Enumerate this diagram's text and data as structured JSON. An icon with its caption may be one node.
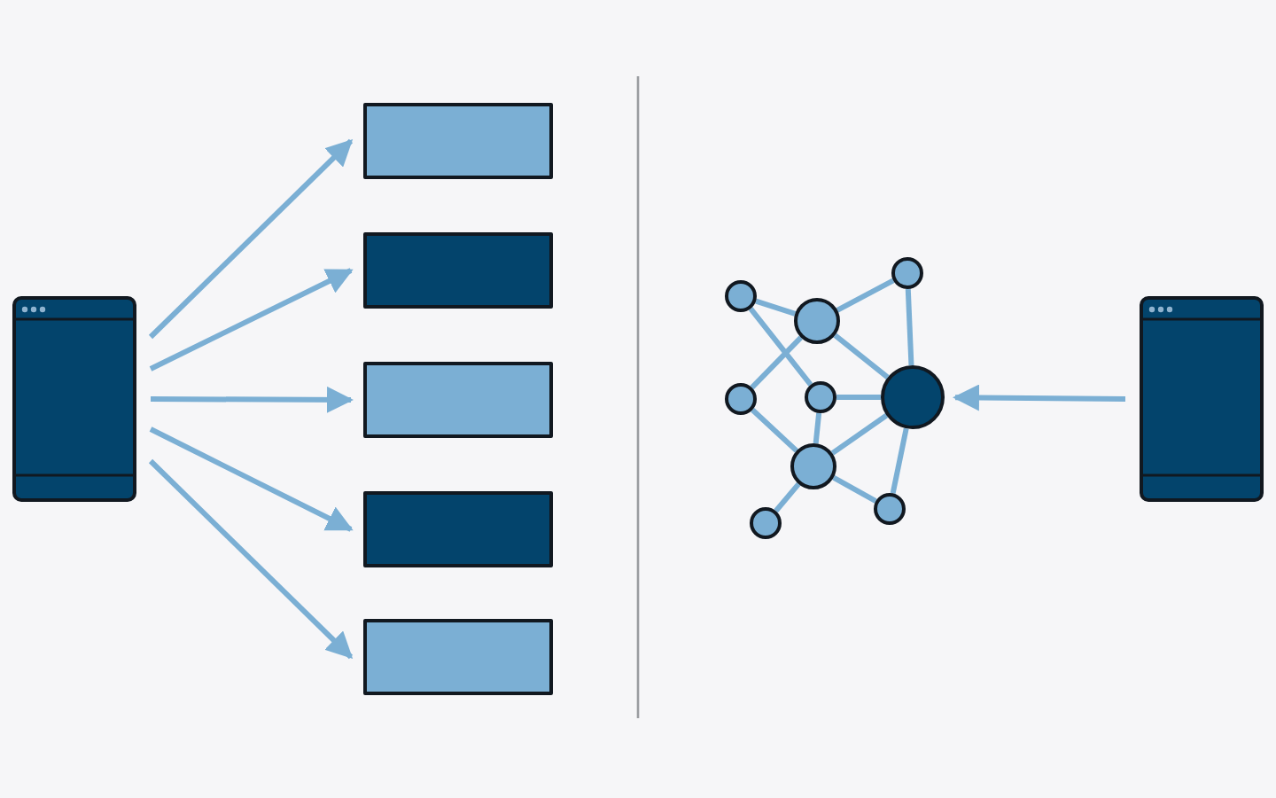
{
  "diagram": {
    "nodes": [
      {
        "text": [],
        "shape": "phone"
      },
      {
        "text": [],
        "shape": "bar"
      },
      {
        "text": [],
        "shape": "bar"
      },
      {
        "text": [],
        "shape": "bar"
      },
      {
        "text": [],
        "shape": "bar"
      },
      {
        "text": [],
        "shape": "bar"
      },
      {
        "text": [],
        "shape": "circle"
      },
      {
        "text": [],
        "shape": "circle"
      },
      {
        "text": [],
        "shape": "circle"
      },
      {
        "text": [],
        "shape": "circle"
      },
      {
        "text": [],
        "shape": "circle"
      },
      {
        "text": [],
        "shape": "circle"
      },
      {
        "text": [],
        "shape": "circle"
      },
      {
        "text": [],
        "shape": "circle"
      },
      {
        "text": [],
        "shape": "circle"
      },
      {
        "text": [],
        "shape": "phone"
      }
    ],
    "edges": [
      {
        "from": 0,
        "to": 1,
        "arrow": "to"
      },
      {
        "from": 0,
        "to": 2,
        "arrow": "to"
      },
      {
        "from": 0,
        "to": 3,
        "arrow": "to"
      },
      {
        "from": 0,
        "to": 4,
        "arrow": "to"
      },
      {
        "from": 0,
        "to": 5,
        "arrow": "to"
      },
      {
        "from": 15,
        "to": 11,
        "arrow": "to"
      },
      {
        "from": 6,
        "to": 7,
        "arrow": "none"
      },
      {
        "from": 6,
        "to": 10,
        "arrow": "none"
      },
      {
        "from": 7,
        "to": 8,
        "arrow": "none"
      },
      {
        "from": 7,
        "to": 9,
        "arrow": "none"
      },
      {
        "from": 7,
        "to": 11,
        "arrow": "none"
      },
      {
        "from": 8,
        "to": 11,
        "arrow": "none"
      },
      {
        "from": 10,
        "to": 11,
        "arrow": "none"
      },
      {
        "from": 10,
        "to": 12,
        "arrow": "none"
      },
      {
        "from": 9,
        "to": 12,
        "arrow": "none"
      },
      {
        "from": 12,
        "to": 11,
        "arrow": "none"
      },
      {
        "from": 12,
        "to": 13,
        "arrow": "none"
      },
      {
        "from": 12,
        "to": 14,
        "arrow": "none"
      },
      {
        "from": 14,
        "to": 11,
        "arrow": "none"
      }
    ]
  }
}
